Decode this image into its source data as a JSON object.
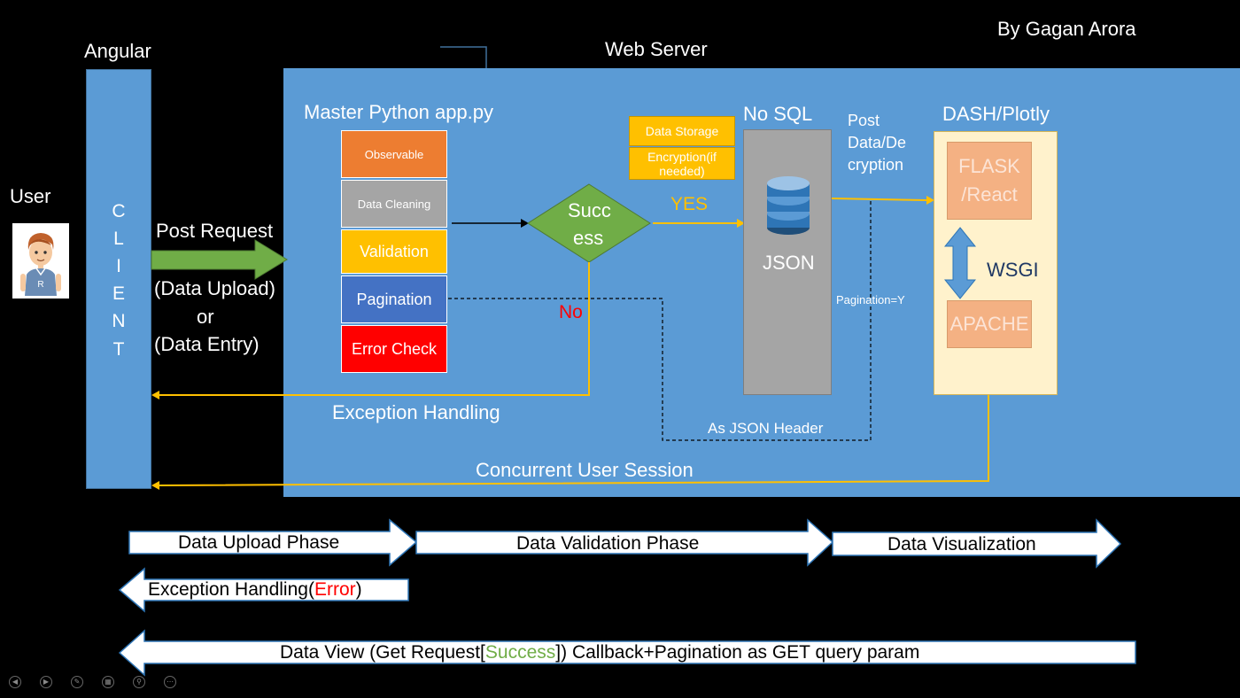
{
  "author": "By Gagan Arora",
  "client_section": {
    "title": "Angular",
    "client_letters": [
      "C",
      "L",
      "I",
      "E",
      "N",
      "T"
    ],
    "user_label": "User"
  },
  "server": {
    "title": "Web Server",
    "master_title": "Master Python app.py",
    "stack": [
      {
        "label": "Observable",
        "color": "#ed7d31"
      },
      {
        "label": "Data Cleaning",
        "color": "#a5a5a5"
      },
      {
        "label": "Validation",
        "color": "#ffc000"
      },
      {
        "label": "Pagination",
        "color": "#4472c4"
      },
      {
        "label": "Error Check",
        "color": "#ff0000"
      }
    ],
    "decision": {
      "line1": "Succ",
      "line2": "ess",
      "color": "#70ad47"
    },
    "yes_label": "YES",
    "no_label": "No",
    "storage": {
      "title": "No SQL",
      "data_storage": "Data Storage",
      "encryption": "Encryption(if needed)",
      "db_label": "JSON",
      "post_label_lines": [
        "Post",
        "Data/De",
        "cryption"
      ]
    },
    "dash": {
      "title": "DASH/Plotly",
      "flask_lines": [
        "FLASK",
        "/React"
      ],
      "wsgi": "WSGI",
      "apache": "APACHE"
    },
    "pagination_flag": "Pagination=Y",
    "json_header": "As JSON Header",
    "exception_handling": "Exception Handling",
    "concurrent_session": "Concurrent User Session"
  },
  "request": {
    "title": "Post Request",
    "line1": "(Data Upload)",
    "line2": "or",
    "line3": "(Data Entry)"
  },
  "phases": {
    "upload": "Data Upload Phase",
    "validation": "Data Validation Phase",
    "visualization": "Data Visualization",
    "exception_prefix": "Exception Handling(",
    "exception_error": "Error",
    "exception_suffix": ")",
    "view_prefix": "Data View (Get Request[",
    "view_success": "Success",
    "view_suffix": "]) Callback+Pagination as GET query param"
  },
  "colors": {
    "server_bg": "#5b9bd5",
    "flow_line": "#ffc000",
    "error_red": "#ff0000",
    "success_green": "#70ad47",
    "wsgi_text": "#1f3864"
  },
  "icons": [
    "user-avatar-icon",
    "database-icon",
    "double-arrow-icon"
  ]
}
